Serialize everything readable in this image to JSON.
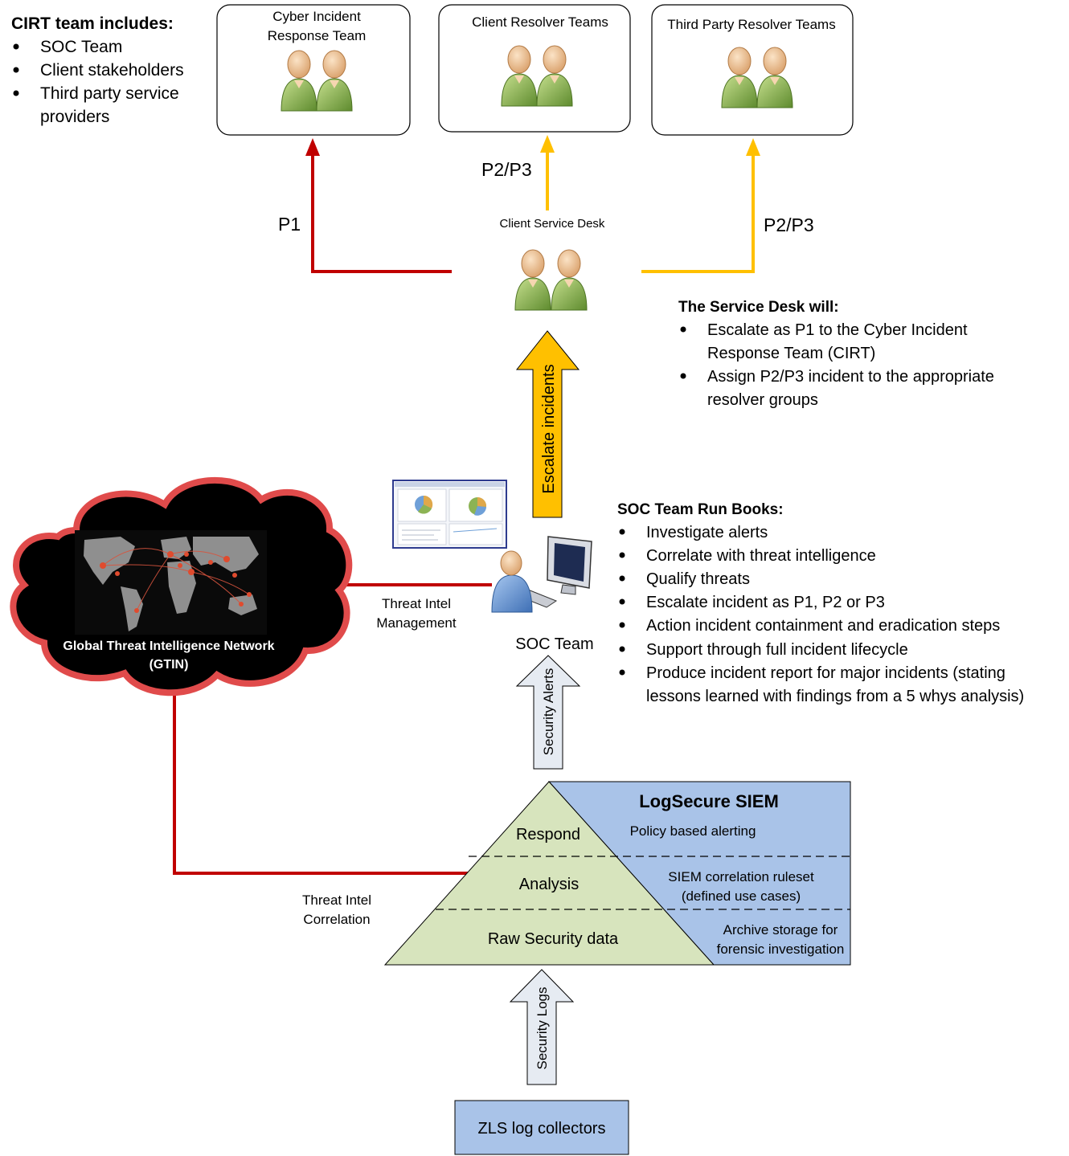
{
  "cirt_panel": {
    "heading": "CIRT team includes:",
    "items": [
      "SOC Team",
      "Client stakeholders",
      "Third party service",
      "providers"
    ]
  },
  "teams": {
    "cirt_line1": "Cyber Incident",
    "cirt_line2": "Response Team",
    "client_resolver": "Client Resolver Teams",
    "third_party_resolver": "Third Party Resolver Teams"
  },
  "flows": {
    "p1": "P1",
    "p2p3_left": "P2/P3",
    "p2p3_right": "P2/P3",
    "escalate": "Escalate incidents",
    "security_alerts": "Security Alerts",
    "security_logs": "Security Logs"
  },
  "service_desk": {
    "label": "Client Service Desk",
    "heading": "The Service Desk will:",
    "lines": [
      "Escalate as P1 to the Cyber Incident",
      "Response Team (CIRT)",
      "Assign P2/P3 incident to the appropriate",
      "resolver groups"
    ]
  },
  "soc": {
    "label": "SOC Team",
    "heading": "SOC Team Run Books:",
    "lines": [
      "Investigate alerts",
      "Correlate with threat intelligence",
      "Qualify threats",
      "Escalate incident as P1, P2 or P3",
      "Action incident containment and eradication steps",
      "Support through full incident lifecycle",
      "Produce incident report for major incidents (stating",
      "lessons learned with findings from a 5 whys analysis)"
    ]
  },
  "gtin": {
    "line1": "Global Threat Intelligence Network",
    "line2": "(GTIN)"
  },
  "threat_intel": {
    "management_line1": "Threat Intel",
    "management_line2": "Management",
    "correlation_line1": "Threat Intel",
    "correlation_line2": "Correlation"
  },
  "siem": {
    "title": "LogSecure SIEM",
    "layers": [
      "Respond",
      "Analysis",
      "Raw Security data"
    ],
    "descriptions": {
      "respond": "Policy based alerting",
      "analysis_line1": "SIEM correlation ruleset",
      "analysis_line2": "(defined use cases)",
      "raw_line1": "Archive storage for",
      "raw_line2": "forensic investigation"
    }
  },
  "collectors": {
    "label": "ZLS log collectors"
  },
  "colors": {
    "red": "#C00000",
    "amber": "#FFC000",
    "blue_fill": "#A9C3E8",
    "green_fill": "#D7E4BD",
    "cloud_red": "#E04B4B",
    "person_green": "#8CB354",
    "person_blue": "#6A9BD8"
  }
}
